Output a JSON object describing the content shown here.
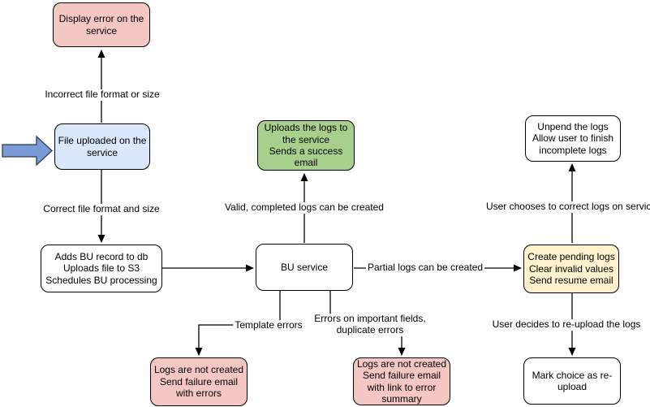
{
  "diagram": {
    "type": "flowchart",
    "nodes": [
      {
        "id": "display-error",
        "text": "Display error on the\nservice",
        "fill": "#f4c7c3"
      },
      {
        "id": "file-uploaded",
        "text": "File uploaded on the\nservice",
        "fill": "#dae8fc"
      },
      {
        "id": "adds-bu-record",
        "text": "Adds BU record to db\nUploads file to S3\nSchedules BU processing",
        "fill": "#ffffff"
      },
      {
        "id": "bu-service",
        "text": "BU service",
        "fill": "#ffffff"
      },
      {
        "id": "uploads-logs",
        "text": "Uploads the logs to\nthe service\nSends a success\nemail",
        "fill": "#a8d08d"
      },
      {
        "id": "unpend-logs",
        "text": "Unpend the logs\nAllow user to finish\nincomplete logs",
        "fill": "#ffffff"
      },
      {
        "id": "create-pending-logs",
        "text": "Create pending logs\nClear invalid values\nSend resume email",
        "fill": "#fff2cc"
      },
      {
        "id": "mark-choice-reupload",
        "text": "Mark choice as re-\nupload",
        "fill": "#ffffff"
      },
      {
        "id": "logs-not-created-template",
        "text": "Logs are not created\nSend failure email\nwith errors",
        "fill": "#f4c7c3"
      },
      {
        "id": "logs-not-created-fields",
        "text": "Logs are not created\nSend failure email\nwith link to error\nsummary",
        "fill": "#f4c7c3"
      }
    ],
    "edge_labels": [
      {
        "id": "incorrect-format",
        "text": "Incorrect file format or size"
      },
      {
        "id": "correct-format",
        "text": "Correct file format and size"
      },
      {
        "id": "valid-completed",
        "text": "Valid, completed logs can be created"
      },
      {
        "id": "partial-logs",
        "text": "Partial logs can be created"
      },
      {
        "id": "template-errors",
        "text": "Template errors"
      },
      {
        "id": "field-errors",
        "text": "Errors on important fields,\nduplicate errors"
      },
      {
        "id": "user-corrects",
        "text": "User chooses to correct logs on service"
      },
      {
        "id": "user-reuploads",
        "text": "User decides to re-upload the logs"
      }
    ],
    "colors": {
      "error_pink": "#f4c7c3",
      "info_blue": "#dae8fc",
      "success_green": "#a8d08d",
      "pending_yellow": "#fff2cc",
      "plain_white": "#ffffff",
      "entry_arrow_fill": "#7b9bd6",
      "entry_arrow_stroke": "#2c3e50",
      "line": "#000000"
    }
  }
}
